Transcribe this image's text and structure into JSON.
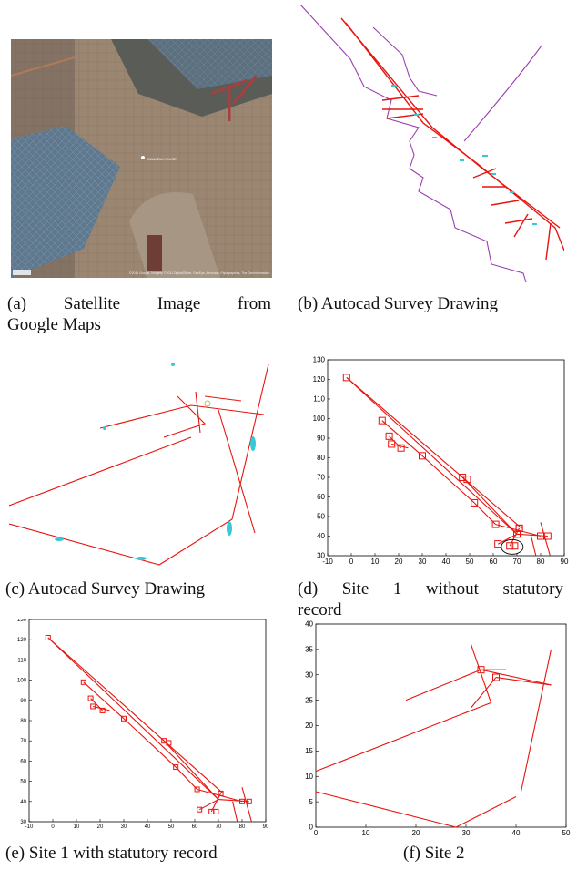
{
  "captions": {
    "a": "(a) Satellite Image from",
    "a_line2": "Google Maps",
    "b": "(b) Autocad Survey Drawing",
    "c": "(c) Autocad Survey Drawing",
    "d": "(d) Site 1 without statutory",
    "d_line2": "record",
    "e": "(e) Site 1 with statutory record",
    "f": "(f) Site 2"
  },
  "satellite": {
    "label_small": "CANADA HOUSE",
    "copyright": "©2011 Google, Imagery ©2011 DigitalGlobe, GeoEye, Aerodata, Flytographics, The GeoInformation"
  },
  "chart_data": [
    {
      "type": "scatter",
      "title": "",
      "xlabel": "",
      "ylabel": "",
      "xlim": [
        -10,
        90
      ],
      "ylim": [
        30,
        130
      ],
      "xticks": [
        -10,
        0,
        10,
        20,
        30,
        40,
        50,
        60,
        70,
        80,
        90
      ],
      "yticks": [
        30,
        40,
        50,
        60,
        70,
        80,
        90,
        100,
        110,
        120,
        130
      ],
      "points": [
        [
          -2,
          121
        ],
        [
          13,
          99
        ],
        [
          16,
          91
        ],
        [
          17,
          87
        ],
        [
          21,
          85
        ],
        [
          30,
          81
        ],
        [
          47,
          70
        ],
        [
          49,
          69
        ],
        [
          52,
          57
        ],
        [
          61,
          46
        ],
        [
          62,
          36
        ],
        [
          67,
          35
        ],
        [
          69,
          35
        ],
        [
          70,
          41
        ],
        [
          71,
          44
        ],
        [
          71,
          44
        ],
        [
          80,
          40
        ],
        [
          83,
          40
        ]
      ],
      "annotation": "ellipse around points near (68, 35)"
    },
    {
      "type": "scatter",
      "title": "",
      "xlabel": "",
      "ylabel": "",
      "xlim": [
        -10,
        90
      ],
      "ylim": [
        30,
        130
      ],
      "xticks": [
        -10,
        0,
        10,
        20,
        30,
        40,
        50,
        60,
        70,
        80,
        90
      ],
      "yticks": [
        30,
        40,
        50,
        60,
        70,
        80,
        90,
        100,
        110,
        120,
        130
      ],
      "points": [
        [
          -2,
          121
        ],
        [
          13,
          99
        ],
        [
          16,
          91
        ],
        [
          17,
          87
        ],
        [
          21,
          85
        ],
        [
          30,
          81
        ],
        [
          47,
          70
        ],
        [
          49,
          69
        ],
        [
          52,
          57
        ],
        [
          61,
          46
        ],
        [
          62,
          36
        ],
        [
          67,
          35
        ],
        [
          69,
          35
        ],
        [
          71,
          44
        ],
        [
          80,
          40
        ],
        [
          83,
          40
        ]
      ]
    },
    {
      "type": "scatter",
      "title": "",
      "xlabel": "",
      "ylabel": "",
      "xlim": [
        0,
        50
      ],
      "ylim": [
        0,
        40
      ],
      "xticks": [
        0,
        10,
        20,
        30,
        40,
        50
      ],
      "yticks": [
        0,
        5,
        10,
        15,
        20,
        25,
        30,
        35,
        40
      ],
      "points": [
        [
          33,
          31
        ],
        [
          36,
          29.5
        ]
      ]
    }
  ],
  "colors": {
    "red": "#e8140f",
    "purple": "#9b3fb0",
    "cyan": "#38c7d6",
    "ink": "#000000"
  }
}
